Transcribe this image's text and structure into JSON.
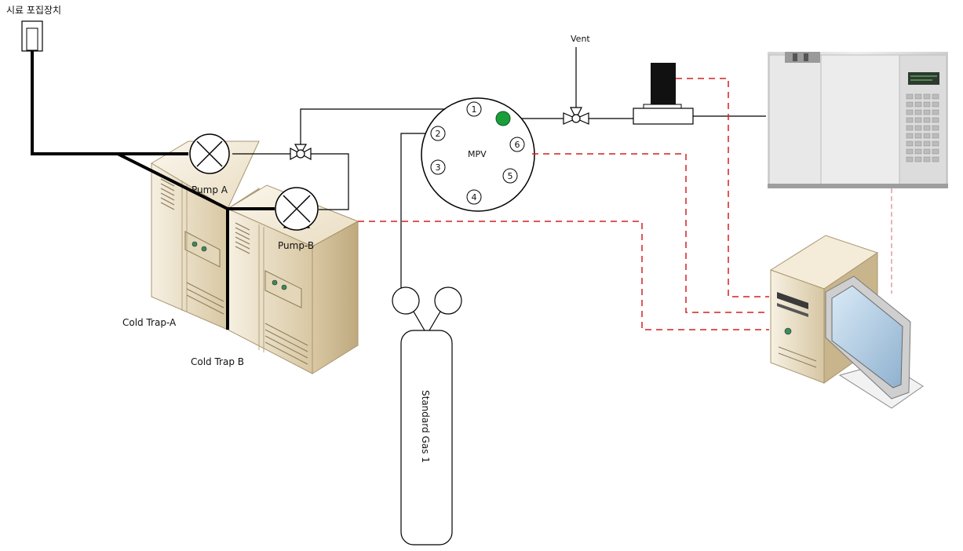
{
  "labels": {
    "sampling_device": "시료 포집장치",
    "pump_a": "Pump  A",
    "pump_b": "Pump-B",
    "cold_trap_a": "Cold Trap-A",
    "cold_trap_b": "Cold Trap  B",
    "mpv": "MPV",
    "vent": "Vent",
    "standard_gas": "Standard Gas 1"
  },
  "mpv_ports": [
    "1",
    "2",
    "3",
    "4",
    "5",
    "6"
  ],
  "colors": {
    "tubing": "#000000",
    "signal_line": "#d22020",
    "active_port": "#1a9e3a",
    "cabinet_light": "#efe6d2",
    "cabinet_dark": "#c9b792",
    "gc_body": "#e6e6e6"
  },
  "icons": {
    "pump": "pump-icon",
    "valve": "three-way-valve-icon",
    "computer": "computer-icon",
    "gas_cylinder": "gas-cylinder-icon"
  }
}
